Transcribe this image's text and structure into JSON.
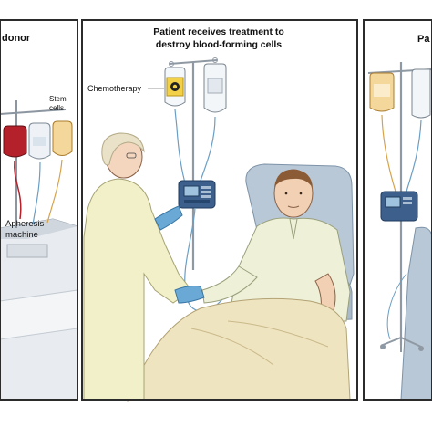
{
  "panels": {
    "left": {
      "title": "donor",
      "labels": {
        "stem_cells": "Stem cells",
        "apheresis": "Apheresis machine"
      }
    },
    "center": {
      "title_line1": "Patient receives treatment to",
      "title_line2": "destroy blood-forming cells",
      "labels": {
        "chemotherapy": "Chemotherapy"
      }
    },
    "right": {
      "title": "Pa"
    }
  },
  "colors": {
    "frame": "#2b2b2b",
    "background": "#ffffff",
    "blanket": "#efe4c0",
    "gown": "#eef1d8",
    "chair": "#b9c8d6",
    "pump": "#3c5f8c",
    "iv_bag_yellow": "#f2d148",
    "blood": "#b4212a",
    "glove": "#6aa9d6",
    "tube": "#6a9ec4"
  }
}
